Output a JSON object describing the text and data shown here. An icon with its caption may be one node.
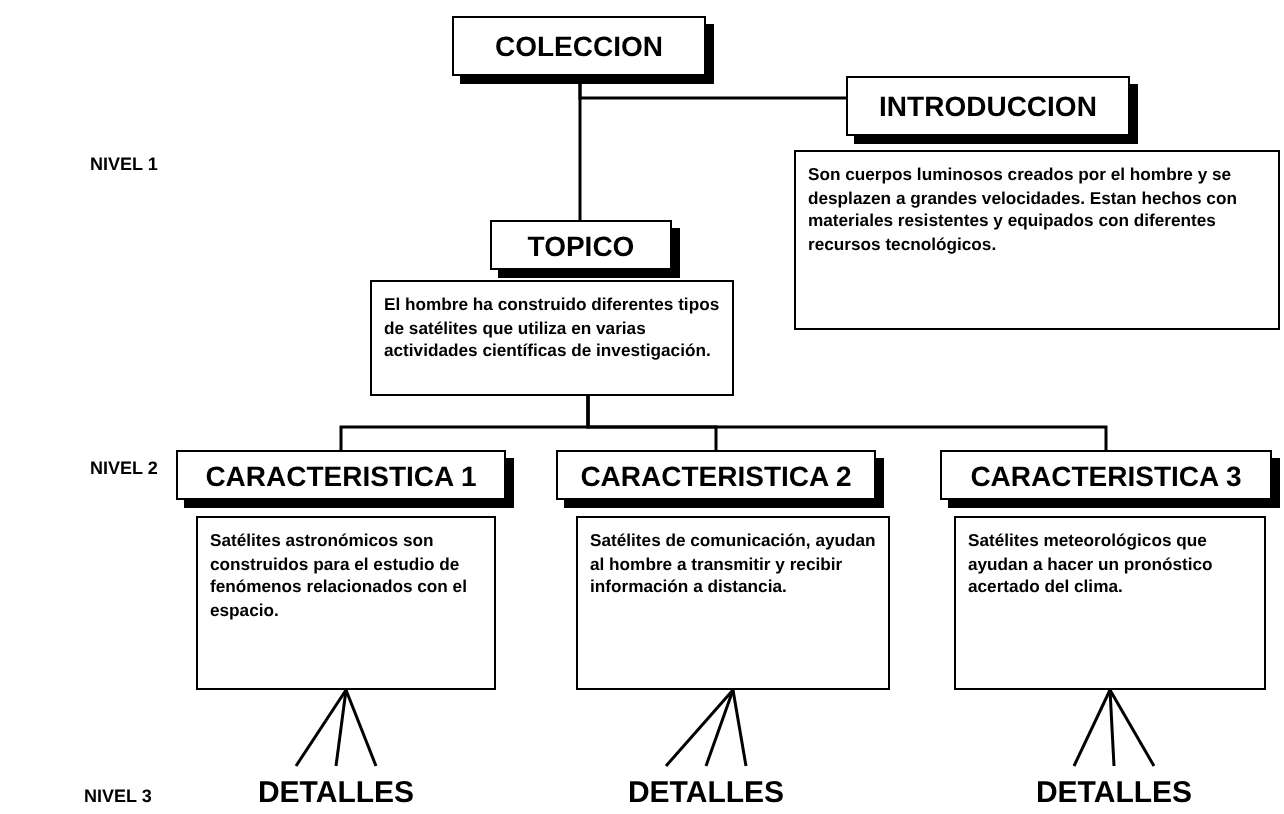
{
  "diagram": {
    "nodes": [
      {
        "text": [
          "COLECCION"
        ]
      },
      {
        "text": [
          "INTRODUCCION"
        ]
      },
      {
        "text": [
          "Son cuerpos luminosos creados por el hombre y se desplazen a grandes velocidades. Estan hechos con materiales resistentes y equipados con diferentes recursos tecnológicos."
        ]
      },
      {
        "text": [
          "TOPICO"
        ]
      },
      {
        "text": [
          "El hombre ha construido diferentes tipos de satélites que utiliza en varias actividades científicas de investigación."
        ]
      },
      {
        "text": [
          "CARACTERISTICA 1"
        ]
      },
      {
        "text": [
          "Satélites astronómicos son construidos para el estudio de fenómenos relacionados con el espacio."
        ]
      },
      {
        "text": [
          "CARACTERISTICA 2"
        ]
      },
      {
        "text": [
          "Satélites de comunicación, ayudan al hombre a transmitir y recibir información a distancia."
        ]
      },
      {
        "text": [
          "CARACTERISTICA 3"
        ]
      },
      {
        "text": [
          "Satélites meteorológicos que ayudan a hacer un pronóstico acertado del clima."
        ]
      },
      {
        "text": [
          "DETALLES"
        ]
      },
      {
        "text": [
          "DETALLES"
        ]
      },
      {
        "text": [
          "DETALLES"
        ]
      }
    ],
    "edges": [
      {
        "from": 0,
        "to": 3,
        "arrow": "none"
      },
      {
        "from": 0,
        "to": 1,
        "arrow": "none"
      },
      {
        "from": 4,
        "to": 5,
        "arrow": "none"
      },
      {
        "from": 4,
        "to": 7,
        "arrow": "none"
      },
      {
        "from": 4,
        "to": 9,
        "arrow": "none"
      },
      {
        "from": 6,
        "to": 11,
        "arrow": "none"
      },
      {
        "from": 6,
        "to": 11,
        "arrow": "none"
      },
      {
        "from": 6,
        "to": 11,
        "arrow": "none"
      },
      {
        "from": 8,
        "to": 12,
        "arrow": "none"
      },
      {
        "from": 8,
        "to": 12,
        "arrow": "none"
      },
      {
        "from": 8,
        "to": 12,
        "arrow": "none"
      },
      {
        "from": 10,
        "to": 13,
        "arrow": "none"
      },
      {
        "from": 10,
        "to": 13,
        "arrow": "none"
      },
      {
        "from": 10,
        "to": 13,
        "arrow": "none"
      }
    ],
    "labels": [
      "NIVEL 1",
      "NIVEL 2",
      "NIVEL 3"
    ]
  }
}
